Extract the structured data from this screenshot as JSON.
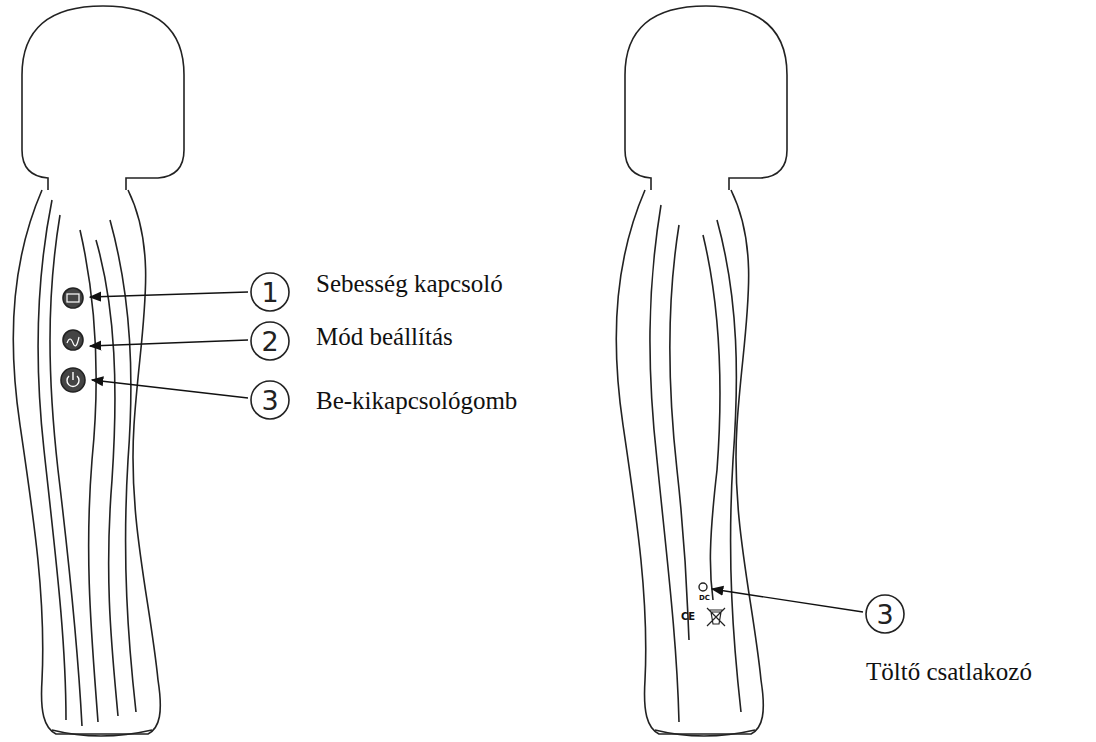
{
  "diagram": {
    "nodes": [
      {
        "text": [
          "1"
        ]
      },
      {
        "text": [
          "2"
        ]
      },
      {
        "text": [
          "3"
        ]
      },
      {
        "text": [
          "3"
        ]
      }
    ],
    "labels": [
      "Sebesség kapcsoló",
      "Mód beállítás",
      "Be-kikapcsológomb",
      "Töltő csatlakozó",
      "DC",
      "CE"
    ]
  }
}
